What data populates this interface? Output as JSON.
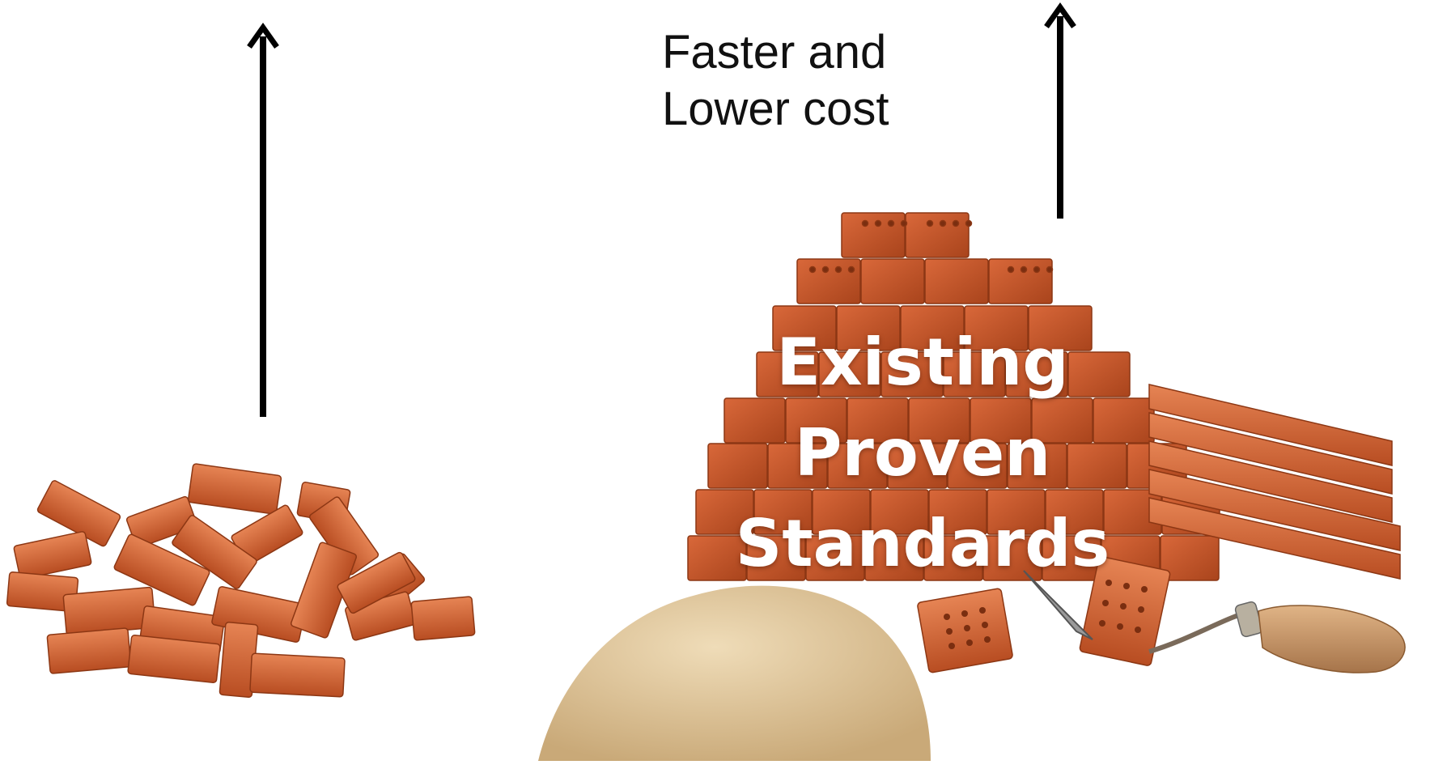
{
  "caption": {
    "line1": "Faster and",
    "line2": "Lower cost"
  },
  "overlay_label": {
    "line1": "Existing",
    "line2": "Proven",
    "line3": "Standards"
  },
  "images": {
    "left": "loose-brick-pile",
    "right": "brick-pyramid-with-sand-and-trowel"
  },
  "icons": {
    "left_arrow": "up-arrow-icon",
    "right_arrow": "up-arrow-icon"
  },
  "colors": {
    "brick": "#c75a2a",
    "brick_light": "#e0784a",
    "sand": "#d9c09a",
    "text": "#111111",
    "label_text": "#ffffff"
  }
}
